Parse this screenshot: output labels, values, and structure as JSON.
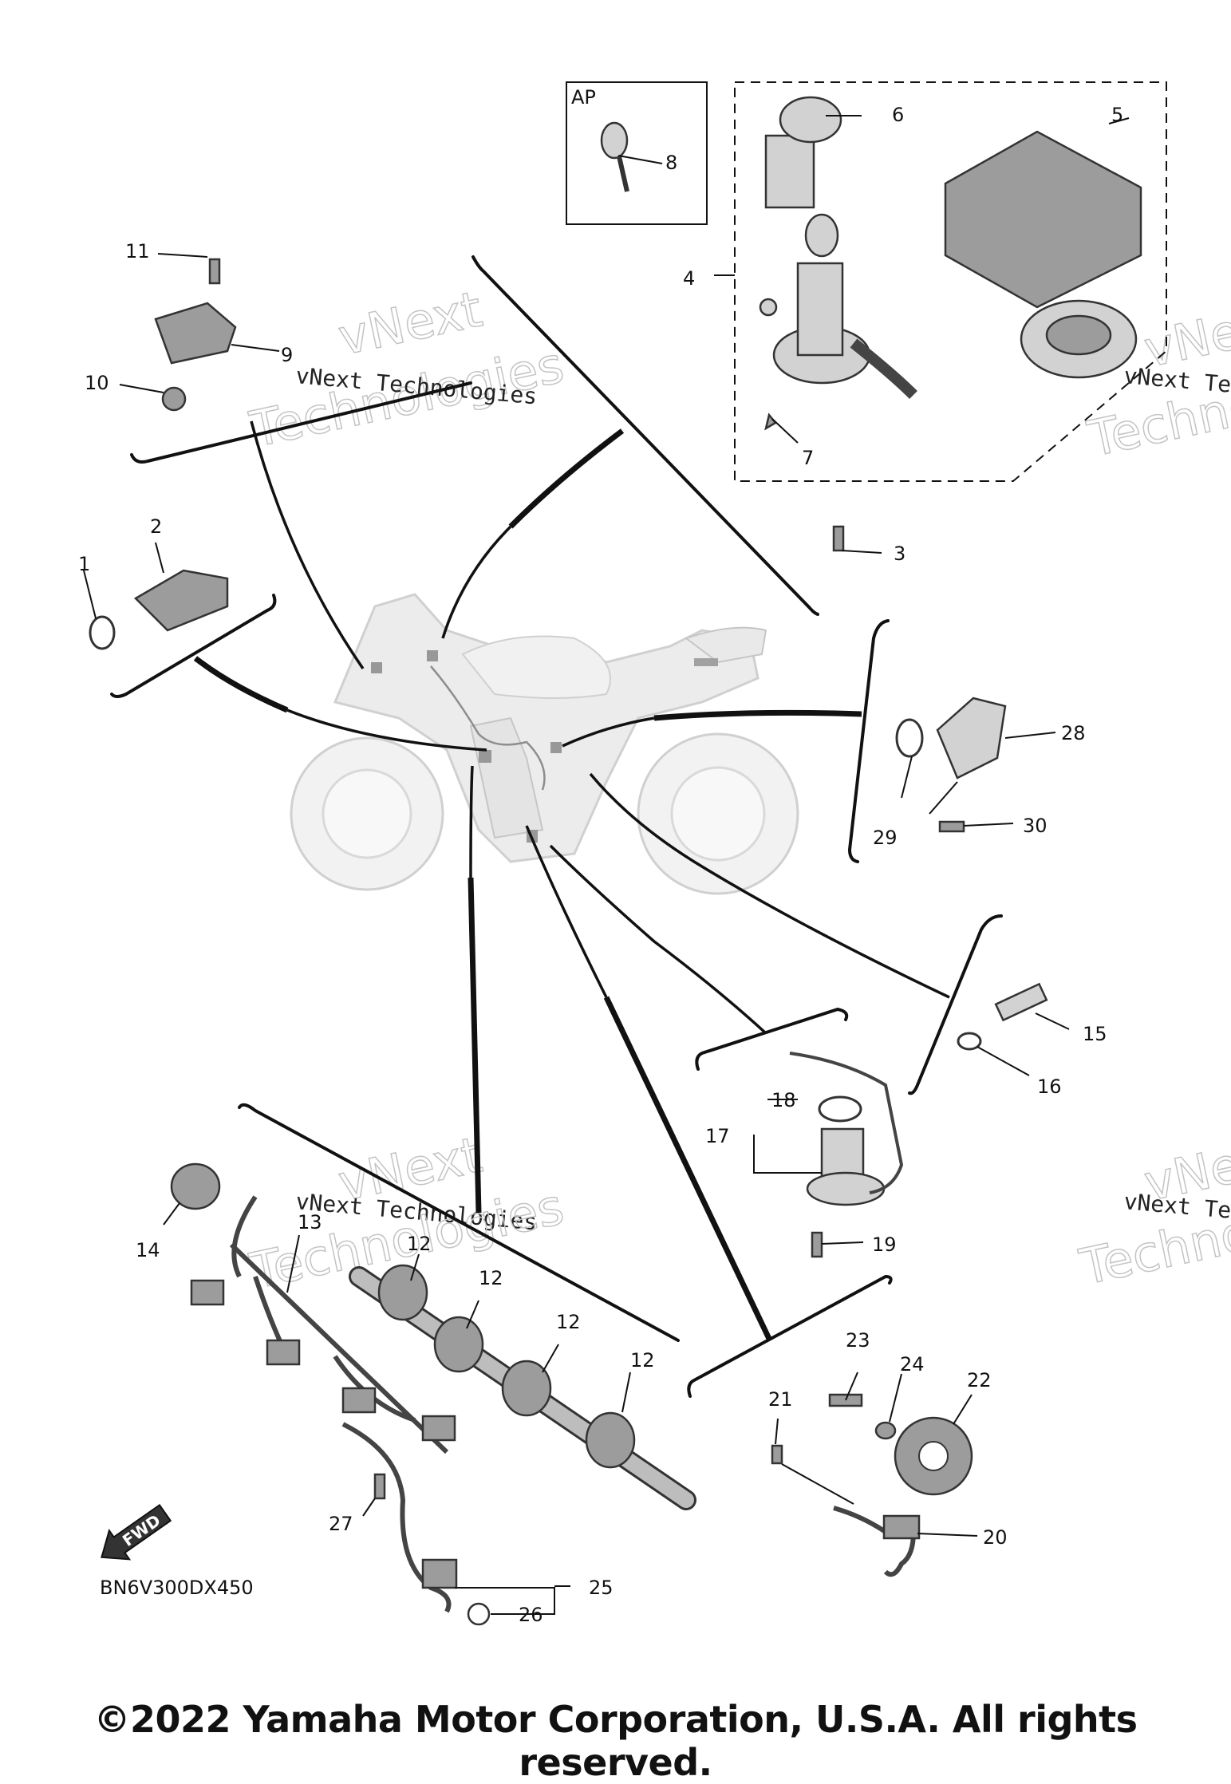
{
  "diagram": {
    "ap_label": "AP",
    "diagram_code": "BN6V300DX450",
    "fwd_label": "FWD",
    "copyright": "©2022 Yamaha Motor Corporation, U.S.A. All rights reserved.",
    "watermark": {
      "brand": "vNext",
      "sub": "Technologies",
      "full": "vNext Technologies",
      "partial": "vNext Tec",
      "partial_sub": "Techno"
    },
    "callouts": [
      "1",
      "2",
      "3",
      "4",
      "5",
      "6",
      "7",
      "8",
      "9",
      "10",
      "11",
      "12",
      "13",
      "14",
      "15",
      "16",
      "17",
      "18",
      "19",
      "20",
      "21",
      "22",
      "23",
      "24",
      "25",
      "26",
      "27",
      "28",
      "29",
      "30"
    ],
    "colors": {
      "ink": "#111111",
      "part_fill": "#d2d2d2",
      "watermark": "#c4c4c4"
    }
  }
}
